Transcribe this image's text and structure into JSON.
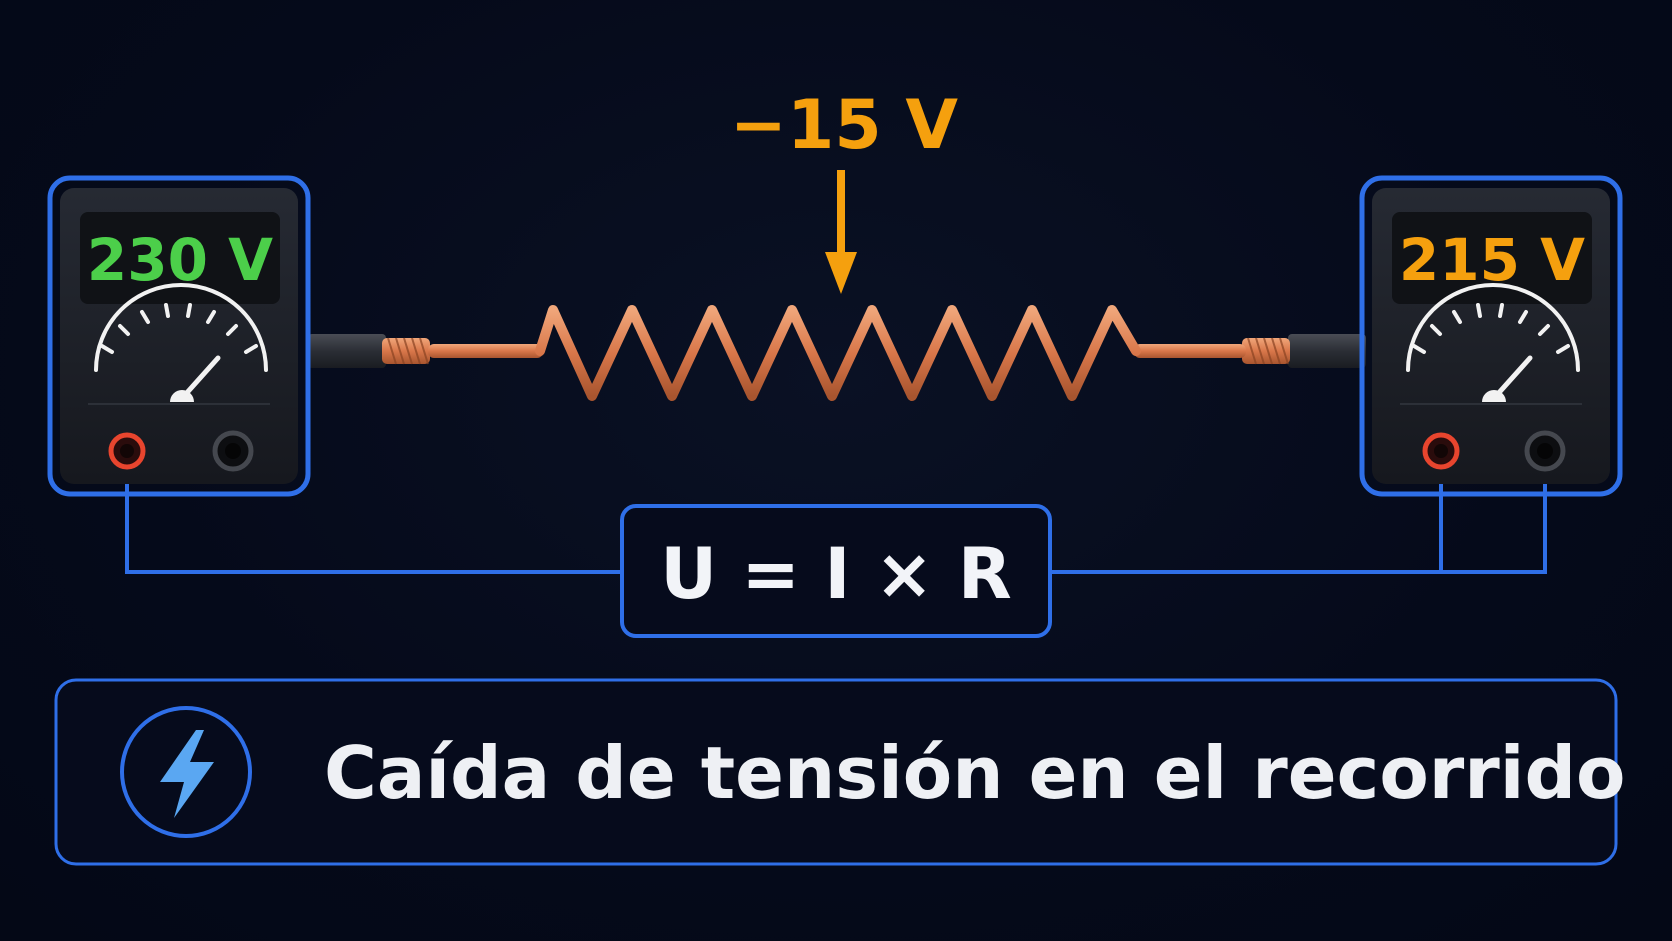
{
  "voltage_drop": {
    "label": "−15 V",
    "color": "#f5a00e"
  },
  "meters": [
    {
      "reading": "230 V",
      "color": "#4ccf4a"
    },
    {
      "reading": "215 V",
      "color": "#f5a00e"
    }
  ],
  "formula": {
    "text": "U = I × R"
  },
  "caption": {
    "text": "Caída de tensión en el recorrido",
    "icon": "lightning-icon"
  },
  "colors": {
    "background": "#050a1a",
    "accent_blue": "#2f6fe8",
    "copper": "#e08a5a",
    "meter_body": "#1c1f26"
  }
}
